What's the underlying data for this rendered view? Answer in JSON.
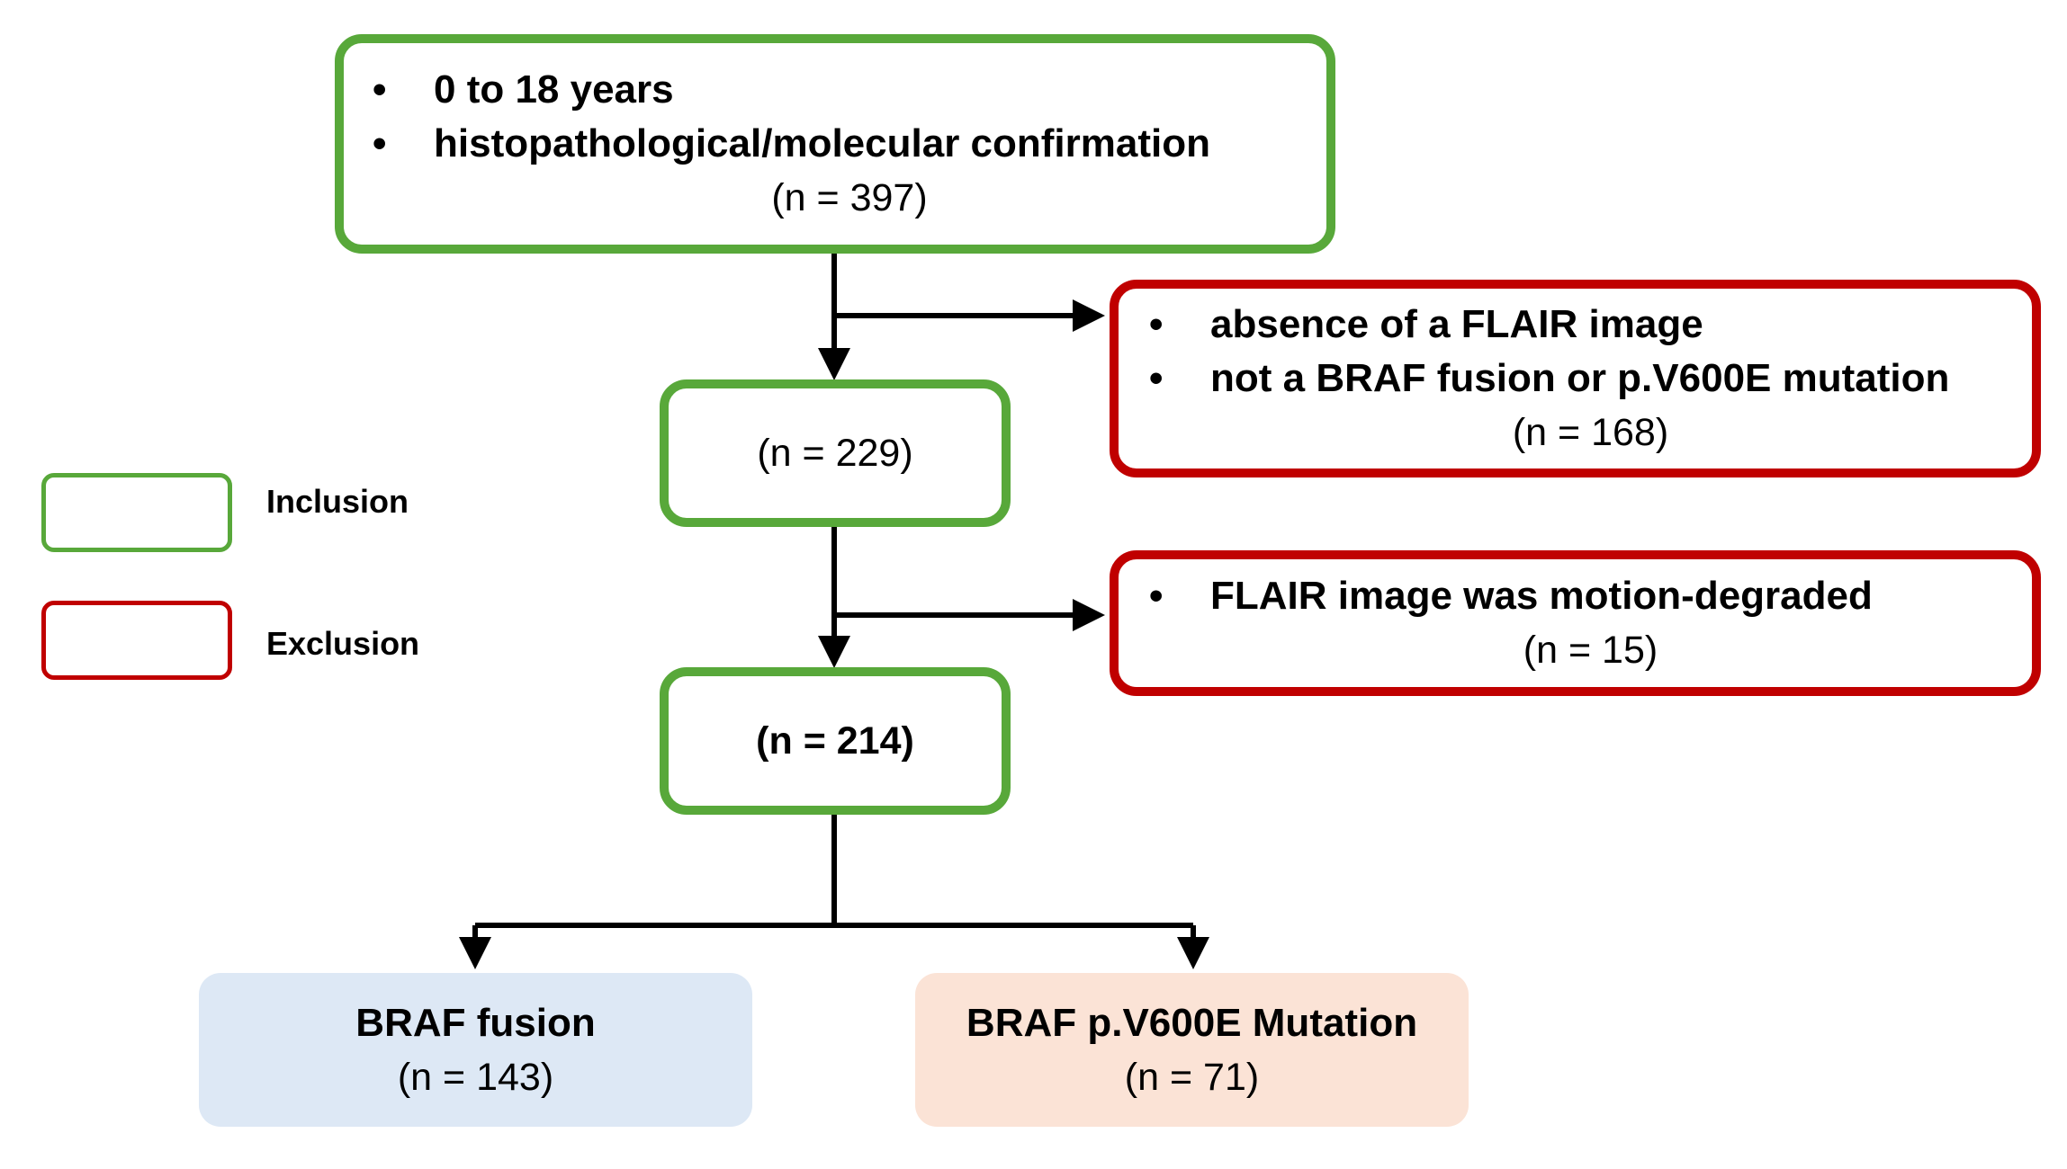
{
  "colors": {
    "inclusion": "#58a83a",
    "exclusion": "#c00000",
    "fusion_fill": "#dde8f5",
    "mutation_fill": "#fbe3d6",
    "connector": "#000000"
  },
  "inclusion_top": {
    "criteria": [
      "0 to 18 years",
      "histopathological/molecular confirmation"
    ],
    "count": "(n = 397)"
  },
  "exclusion_1": {
    "criteria": [
      "absence of a FLAIR image",
      "not a BRAF fusion or p.V600E mutation"
    ],
    "count": "(n = 168)"
  },
  "inclusion_mid": {
    "count": "(n = 229)"
  },
  "exclusion_2": {
    "criteria": [
      "FLAIR image was motion-degraded"
    ],
    "count": "(n = 15)"
  },
  "inclusion_final": {
    "count": "(n = 214)"
  },
  "results": {
    "fusion": {
      "title": "BRAF fusion",
      "count": "(n = 143)"
    },
    "mutation": {
      "title": "BRAF p.V600E Mutation",
      "count": "(n = 71)"
    }
  },
  "legend": {
    "inclusion_label": "Inclusion",
    "exclusion_label": "Exclusion"
  }
}
